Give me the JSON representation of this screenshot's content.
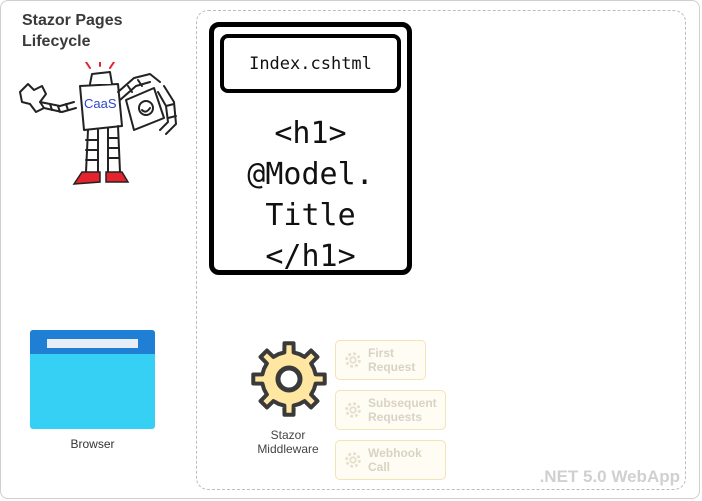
{
  "title": {
    "line1": "Stazor Pages",
    "line2": "Lifecycle"
  },
  "robot": {
    "badge": "CaaS"
  },
  "browser": {
    "label": "Browser"
  },
  "webapp": {
    "label": ".NET 5.0 WebApp"
  },
  "page": {
    "file": "Index.cshtml",
    "code": [
      "<h1>",
      "@Model.",
      "Title",
      "</h1>"
    ]
  },
  "middleware": {
    "line1": "Stazor",
    "line2": "Middleware"
  },
  "steps": [
    {
      "line1": "First",
      "line2": "Request"
    },
    {
      "line1": "Subsequent",
      "line2": "Requests"
    },
    {
      "line1": "Webhook",
      "line2": "Call"
    }
  ],
  "colors": {
    "gear_fill": "#ffe7a1",
    "gear_stroke": "#3a3a3a",
    "browser_header": "#1f7fd4",
    "browser_body": "#35d0f4",
    "step_fill": "#fffcf4",
    "step_border": "#f4e2b8",
    "robot_badge_text": "#2a49c8",
    "robot_boots": "#e4232f"
  },
  "icons": [
    "robot-illustration",
    "browser-window-icon",
    "gear-icon",
    "small-gear-icon"
  ]
}
